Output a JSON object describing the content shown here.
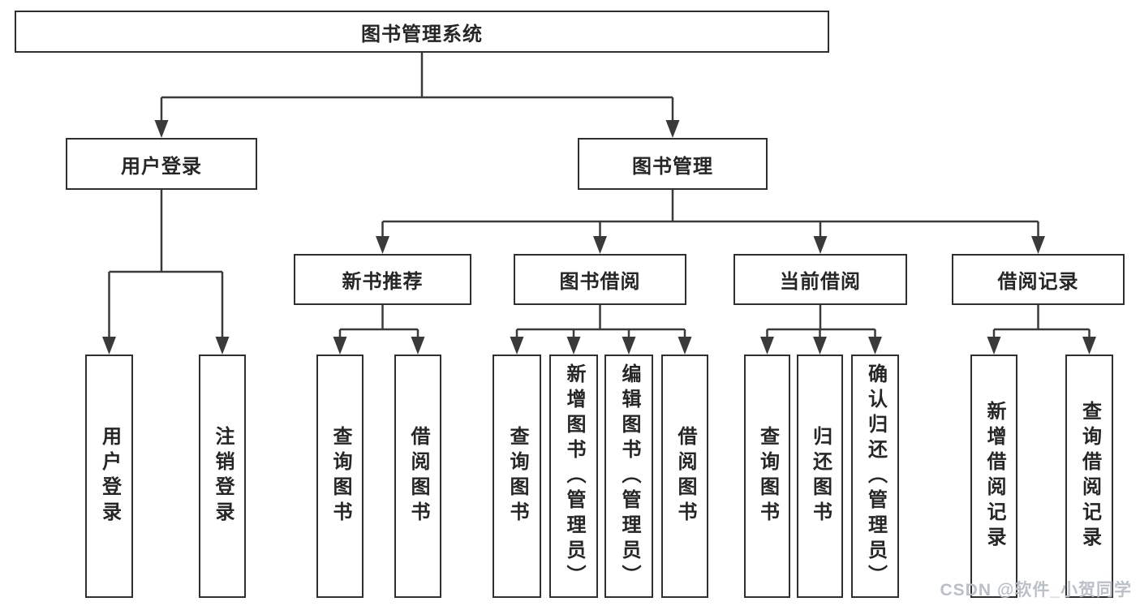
{
  "diagram": {
    "root": {
      "label": "图书管理系统"
    },
    "level2": {
      "user_login": {
        "label": "用户登录"
      },
      "book_management": {
        "label": "图书管理"
      }
    },
    "level3": {
      "new_book_recommend": {
        "label": "新书推荐"
      },
      "book_borrow": {
        "label": "图书借阅"
      },
      "current_borrow": {
        "label": "当前借阅"
      },
      "borrow_records": {
        "label": "借阅记录"
      }
    },
    "leaves": {
      "user_login": [
        "用户登录",
        "注销登录"
      ],
      "new_book_recommend": [
        "查询图书",
        "借阅图书"
      ],
      "book_borrow": [
        "查询图书",
        "新增图书（管理员）",
        "编辑图书（管理员）",
        "借阅图书"
      ],
      "current_borrow": [
        "查询图书",
        "归还图书",
        "确认归还（管理员）"
      ],
      "borrow_records": [
        "新增借阅记录",
        "查询借阅记录"
      ]
    },
    "watermark": "CSDN @软件_小贺同学",
    "colors": {
      "line": "#3a3a3a",
      "border": "#2f2f2f",
      "fill": "#ffffff",
      "background": "#ffffff",
      "watermark": "#b7bdc6"
    }
  }
}
